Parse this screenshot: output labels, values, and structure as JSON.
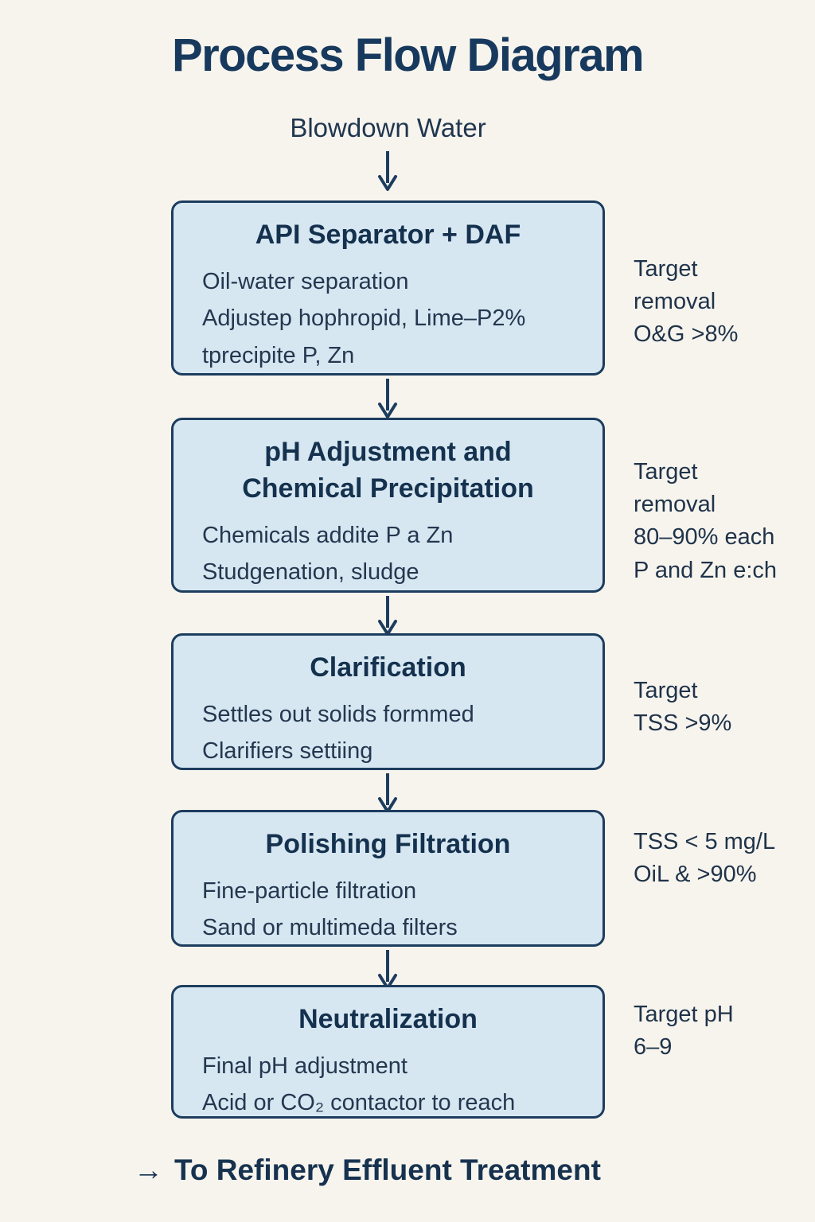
{
  "title": "Process Flow Diagram",
  "source_label": "Blowdown Water",
  "steps": [
    {
      "heading": "API Separator + DAF",
      "lines": [
        "Oil-water separation",
        "Adjustep hophropid, Lime–P2%",
        "tprecipite P, Zn"
      ],
      "note": [
        "Target",
        "removal",
        "O&G >8%"
      ]
    },
    {
      "heading": "pH Adjustment and Chemical Precipitation",
      "lines": [
        "Chemicals addite P a Zn",
        "Studgenation, sludge"
      ],
      "note": [
        "Target",
        "removal",
        "80–90% each",
        "P and Zn e:ch"
      ]
    },
    {
      "heading": "Clarification",
      "lines": [
        "Settles out solids formmed",
        "Clarifiers settiing"
      ],
      "note": [
        "Target",
        "TSS >9%"
      ]
    },
    {
      "heading": "Polishing Filtration",
      "lines": [
        "Fine-particle filtration",
        "Sand or multimeda filters"
      ],
      "note": [
        "TSS < 5 mg/L",
        "OiL & >90%"
      ]
    },
    {
      "heading": "Neutralization",
      "lines": [
        "Final pH adjustment",
        "Acid or CO₂ contactor to reach"
      ],
      "note": [
        "Target pH",
        "6–9"
      ]
    }
  ],
  "footer": {
    "arrow": "→",
    "label": "To Refinery Effluent Treatment"
  },
  "colors": {
    "background": "#f7f4ee",
    "box_fill": "#d7e7f2",
    "box_border": "#1d3d5e",
    "text": "#16324f"
  }
}
